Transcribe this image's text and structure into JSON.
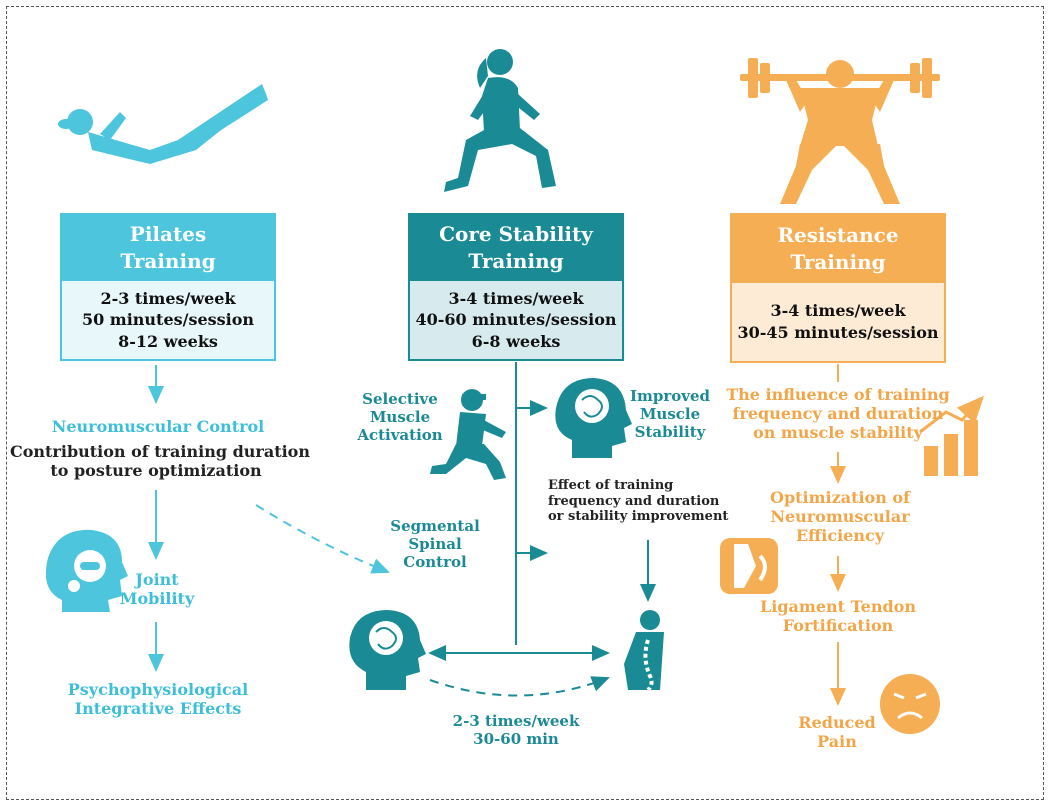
{
  "colors": {
    "pilates": "#4cc5dd",
    "core": "#1a8b95",
    "resistance": "#f5ae54",
    "text_dark": "#222222"
  },
  "icons": {
    "pilates": "pilates-v-sit-figure-icon",
    "core": "lunge-figure-icon",
    "resistance": "barbell-squat-figure-icon",
    "squat_small": "squat-figure-icon",
    "head_brain": "head-brain-icon",
    "joint": "head-joint-icon",
    "spine": "spine-figure-icon",
    "knee": "knee-joint-icon",
    "chart": "rising-bar-chart-icon",
    "sad_face": "sad-face-icon"
  },
  "pilates": {
    "title_line1": "Pilates",
    "title_line2": "Training",
    "details": [
      "2-3 times/week",
      "50 minutes/session",
      "8-12 weeks"
    ],
    "flow": {
      "neuromuscular": "Neuromuscular Control",
      "contribution_line1": "Contribution of training duration",
      "contribution_line2": "to posture optimization",
      "joint_line1": "Joint",
      "joint_line2": "Mobility",
      "psycho_line1": "Psychophysiological",
      "psycho_line2": "Integrative Effects"
    }
  },
  "core": {
    "title_line1": "Core Stability",
    "title_line2": "Training",
    "details": [
      "3-4 times/week",
      "40-60 minutes/session",
      "6-8 weeks"
    ],
    "flow": {
      "selective_line1": "Selective",
      "selective_line2": "Muscle",
      "selective_line3": "Activation",
      "improved_line1": "Improved",
      "improved_line2": "Muscle",
      "improved_line3": "Stability",
      "segmental_line1": "Segmental",
      "segmental_line2": "Spinal",
      "segmental_line3": "Control",
      "effect_line1": "Effect of training",
      "effect_line2": "frequency and duration",
      "effect_line3": "or stability improvement",
      "bottom_line1": "2-3 times/week",
      "bottom_line2": "30-60 min"
    }
  },
  "resistance": {
    "title_line1": "Resistance",
    "title_line2": "Training",
    "details": [
      "3-4 times/week",
      "30-45 minutes/session"
    ],
    "flow": {
      "influence_line1": "The influence of training",
      "influence_line2": "frequency and duration",
      "influence_line3": "on muscle stability",
      "optimization_line1": "Optimization of",
      "optimization_line2": "Neuromuscular",
      "optimization_line3": "Efficiency",
      "ligament_line1": "Ligament Tendon",
      "ligament_line2": "Fortification",
      "reduced_line1": "Reduced",
      "reduced_line2": "Pain"
    }
  }
}
